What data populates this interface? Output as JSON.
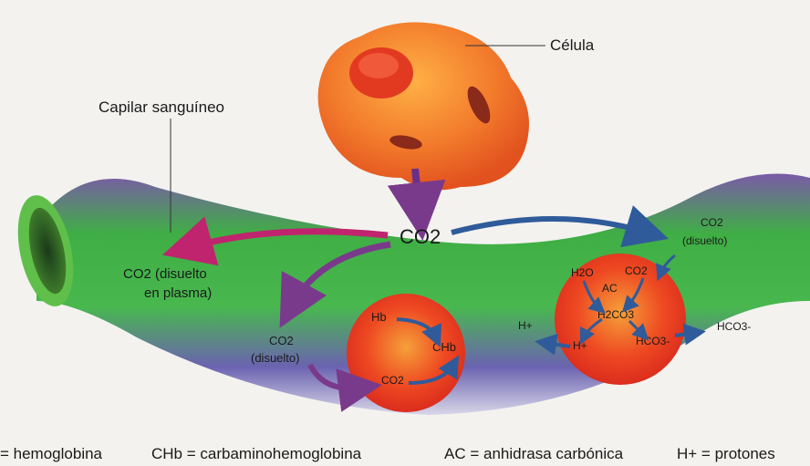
{
  "labels": {
    "cell": "Célula",
    "capillary": "Capilar sanguíneo",
    "co2_center": "CO2",
    "plasma_line1": "CO2 (disuelto",
    "plasma_line2": "en plasma)",
    "left_rbc_co2": "CO2",
    "left_rbc_disuelto": "(disuelto)",
    "right_co2": "CO2",
    "right_disuelto": "(disuelto)",
    "hb": "Hb",
    "chb": "CHb",
    "co2_inside_left": "CO2",
    "h2o": "H2O",
    "co2_inside_right": "CO2",
    "ac": "AC",
    "h2co3": "H2CO3",
    "hplus_inside": "H+",
    "hco3_inside": "HCO3-",
    "hplus_outside": "H+",
    "hco3_outside": "HCO3-"
  },
  "legend": [
    {
      "text": "= hemoglobina"
    },
    {
      "text": "CHb = carbaminohemoglobina"
    },
    {
      "text": "AC = anhidrasa carbónica"
    },
    {
      "text": "H+ = protones"
    }
  ],
  "colors": {
    "vessel_green": "#3fae45",
    "vessel_purple": "#6a4b9a",
    "cell_orange": "#f07a2c",
    "rbc_red": "#e8311f",
    "arrow_magenta": "#c0246e",
    "arrow_purple": "#7a3a8c",
    "arrow_blue": "#2f5b9a"
  }
}
